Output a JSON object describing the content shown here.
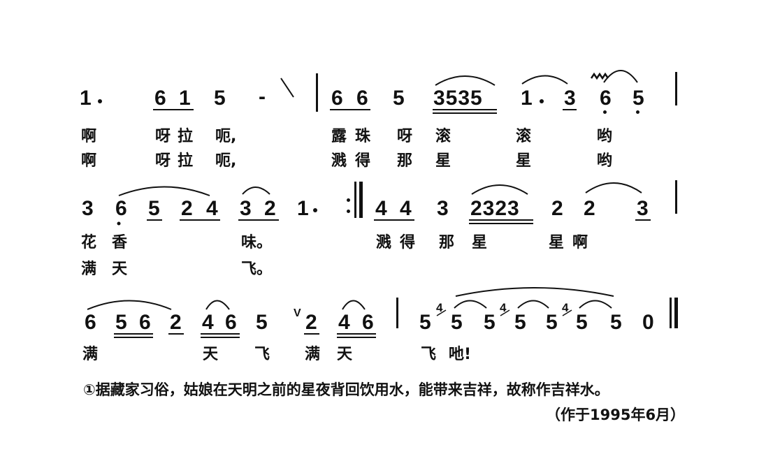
{
  "line1": {
    "notes": [
      "1",
      "·",
      "6",
      "1",
      "5",
      "-",
      "6",
      "6",
      "5",
      "3535",
      "1",
      "·",
      "3",
      "6",
      "5"
    ],
    "lyrics1": [
      "啊",
      "呀拉",
      "呃,",
      "露珠",
      "呀",
      "滚",
      "滚",
      "哟"
    ],
    "lyrics2": [
      "啊",
      "呀拉",
      "呃,",
      "溅得",
      "那",
      "星",
      "星",
      "哟"
    ]
  },
  "line2": {
    "notes": [
      "3",
      "6",
      "5",
      "2",
      "4",
      "3",
      "2",
      "1",
      "·",
      "4",
      "4",
      "3",
      "2323",
      "2",
      "2",
      "3"
    ],
    "lyrics1": [
      "花香",
      "味。",
      "溅得",
      "那",
      "星",
      "星啊"
    ],
    "lyrics2": [
      "满天",
      "飞。"
    ]
  },
  "line3": {
    "notes": [
      "6",
      "5",
      "6",
      "2",
      "4",
      "6",
      "5",
      "2",
      "4",
      "6",
      "5",
      "5",
      "5",
      "5",
      "5",
      "5",
      "5",
      "0"
    ],
    "grace": [
      "4",
      "4",
      "4"
    ],
    "breath": "V",
    "lyrics": [
      "满",
      "天",
      "飞",
      "满天",
      "飞",
      "吔!"
    ]
  },
  "footnote": "①据藏家习俗，姑娘在天明之前的星夜背回饮用水，能带来吉祥，故称作吉祥水。",
  "date_note": "（作于1995年6月）"
}
